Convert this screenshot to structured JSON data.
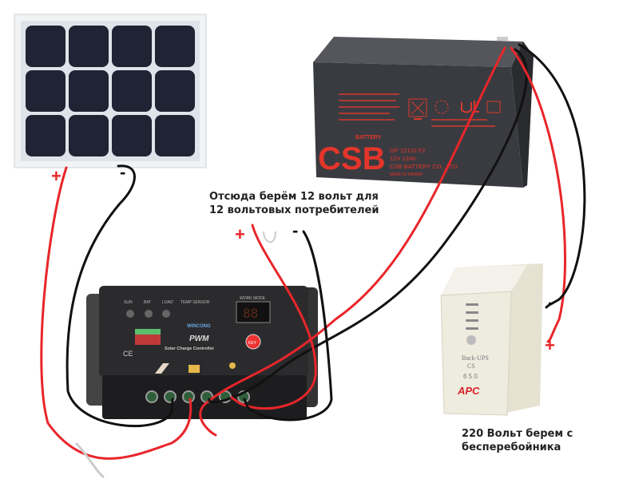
{
  "captions": {
    "load_12v": [
      "Отсюда берём 12 вольт для",
      "12 вольтовых потребителей"
    ],
    "ups_220v": [
      "220 Вольт берем с",
      "бесперебойника"
    ]
  },
  "polarity": {
    "plus": "+",
    "minus": "-"
  },
  "battery": {
    "brand": "CSB",
    "brand_sub": "BATTERY",
    "model": "GP 12120 F2",
    "rating": "12V 12Ah",
    "maker": "CSB BATTERY CO., LTD.",
    "origin": "MADE IN TAIWAN"
  },
  "controller": {
    "indicators": [
      "SUN",
      "BAT",
      "LOAD",
      "TEMP SENSOR"
    ],
    "work_mode": "WORK MODE",
    "display": "88",
    "brand": "WINCONG",
    "title": "PWM",
    "subtitle": "Solar Charge Controller",
    "key": "KEY",
    "ce": "CE"
  },
  "ups": {
    "model_line1": "Back-UPS",
    "model_line2": "CS",
    "capacity": "6 5 0",
    "brand": "APC"
  },
  "colors": {
    "red_wire": "#e8262b",
    "black_wire": "#111111",
    "cell": "#1e2433",
    "battery": "#3a3b40",
    "controller": "#2b2b2d",
    "ups": "#ece9dc"
  }
}
